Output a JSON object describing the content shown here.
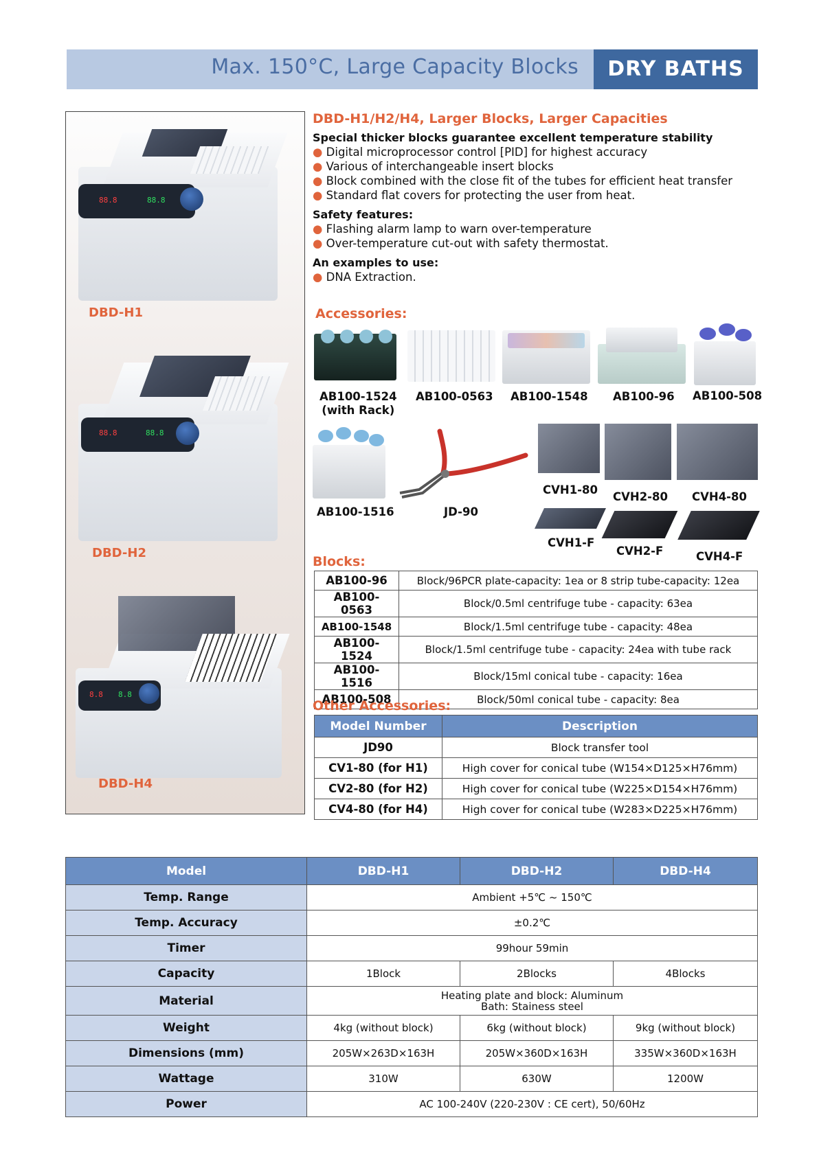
{
  "header": {
    "title": "Max. 150°C, Large Capacity Blocks",
    "badge": "DRY BATHS"
  },
  "photos": {
    "labels": [
      "DBD-H1",
      "DBD-H2",
      "DBD-H4"
    ]
  },
  "intro": {
    "heading": "DBD-H1/H2/H4, Larger Blocks, Larger Capacities",
    "subheading": "Special thicker blocks guarantee excellent temperature stability",
    "features": [
      "Digital microprocessor control [PID] for highest accuracy",
      "Various of interchangeable insert blocks",
      "Block combined with the close fit of the tubes for efficient heat transfer",
      "Standard flat covers for protecting the user from heat."
    ],
    "safety_heading": "Safety features:",
    "safety": [
      "Flashing alarm lamp to warn over-temperature",
      "Over-temperature cut-out with safety thermostat."
    ],
    "examples_heading": "An examples to use:",
    "examples": [
      "DNA Extraction."
    ],
    "bullet": "●"
  },
  "accessories": {
    "heading": "Accessories:",
    "items": [
      "AB100-1524\n(with Rack)",
      "AB100-0563",
      "AB100-1548",
      "AB100-96",
      "AB100-508",
      "AB100-1516",
      "JD-90",
      "CVH1-80",
      "CVH2-80",
      "CVH4-80",
      "CVH1-F",
      "CVH2-F",
      "CVH4-F"
    ]
  },
  "blocks": {
    "heading": "Blocks:",
    "rows": [
      {
        "code": "AB100-96",
        "desc": "Block/96PCR plate-capacity: 1ea or 8 strip tube-capacity: 12ea"
      },
      {
        "code": "AB100-0563",
        "desc": "Block/0.5ml centrifuge tube - capacity: 63ea"
      },
      {
        "code": "AB100-1548",
        "desc": "Block/1.5ml centrifuge tube - capacity: 48ea"
      },
      {
        "code": "AB100-1524",
        "desc": "Block/1.5ml centrifuge tube - capacity: 24ea with tube rack"
      },
      {
        "code": "AB100-1516",
        "desc": "Block/15ml conical tube - capacity: 16ea"
      },
      {
        "code": "AB100-508",
        "desc": "Block/50ml conical tube - capacity: 8ea"
      }
    ]
  },
  "other": {
    "heading": "Other Accessories:",
    "col_model": "Model Number",
    "col_desc": "Description",
    "rows": [
      {
        "code": "JD90",
        "desc": "Block transfer tool"
      },
      {
        "code": "CV1-80 (for H1)",
        "desc": "High cover for conical tube (W154×D125×H76mm)"
      },
      {
        "code": "CV2-80 (for H2)",
        "desc": "High cover for conical tube (W225×D154×H76mm)"
      },
      {
        "code": "CV4-80 (for H4)",
        "desc": "High cover for conical tube (W283×D225×H76mm)"
      }
    ]
  },
  "spec": {
    "header": [
      "Model",
      "DBD-H1",
      "DBD-H2",
      "DBD-H4"
    ],
    "temp_range": {
      "label": "Temp. Range",
      "value": "Ambient +5℃ ~ 150℃"
    },
    "temp_accuracy": {
      "label": "Temp. Accuracy",
      "value": "±0.2℃"
    },
    "timer": {
      "label": "Timer",
      "value": "99hour 59min"
    },
    "capacity": {
      "label": "Capacity",
      "values": [
        "1Block",
        "2Blocks",
        "4Blocks"
      ]
    },
    "material": {
      "label": "Material",
      "line1": "Heating plate and block: Aluminum",
      "line2": "Bath: Stainess steel"
    },
    "weight": {
      "label": "Weight",
      "values": [
        "4kg (without block)",
        "6kg (without block)",
        "9kg (without block)"
      ]
    },
    "dimensions": {
      "label": "Dimensions (mm)",
      "values": [
        "205W×263D×163H",
        "205W×360D×163H",
        "335W×360D×163H"
      ]
    },
    "wattage": {
      "label": "Wattage",
      "values": [
        "310W",
        "630W",
        "1200W"
      ]
    },
    "power": {
      "label": "Power",
      "value": "AC 100-240V (220-230V : CE cert), 50/60Hz"
    }
  }
}
